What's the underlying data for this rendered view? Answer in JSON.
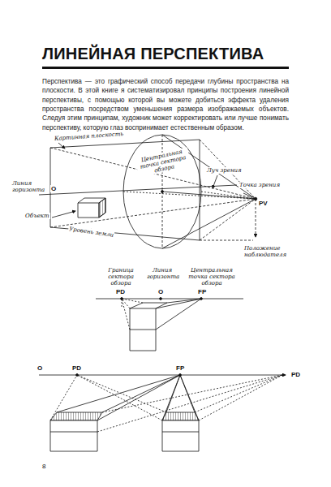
{
  "diagram": {
    "title": "ЛИНЕЙНАЯ ПЕРСПЕКТИВА",
    "labels": [
      "Перспектива — это графический способ передачи глубины пространства на плоскости. В этой книге я систематизировал принципы построения линейной перспективы, с помощью которой вы можете добиться эффекта удаления пространства посредством уменьшения размера изображаемых объектов. Следуя этим принципам, художник может корректировать или лучше понимать перспективу, которую глаз воспринимает естественным образом.",
      "Картинная плоскость",
      "Центральная точка сектора обзора",
      "Луч зрения",
      "Линия горизонта",
      "O",
      "Точка зрения",
      "PV",
      "Объект",
      "Уровень земли",
      "Положение наблюдателя",
      "Граница сектора обзора",
      "Линия горизонта",
      "Центральная точка сектора обзора",
      "PD",
      "O",
      "FP",
      "O",
      "PD",
      "FP",
      "PD",
      "8"
    ]
  }
}
